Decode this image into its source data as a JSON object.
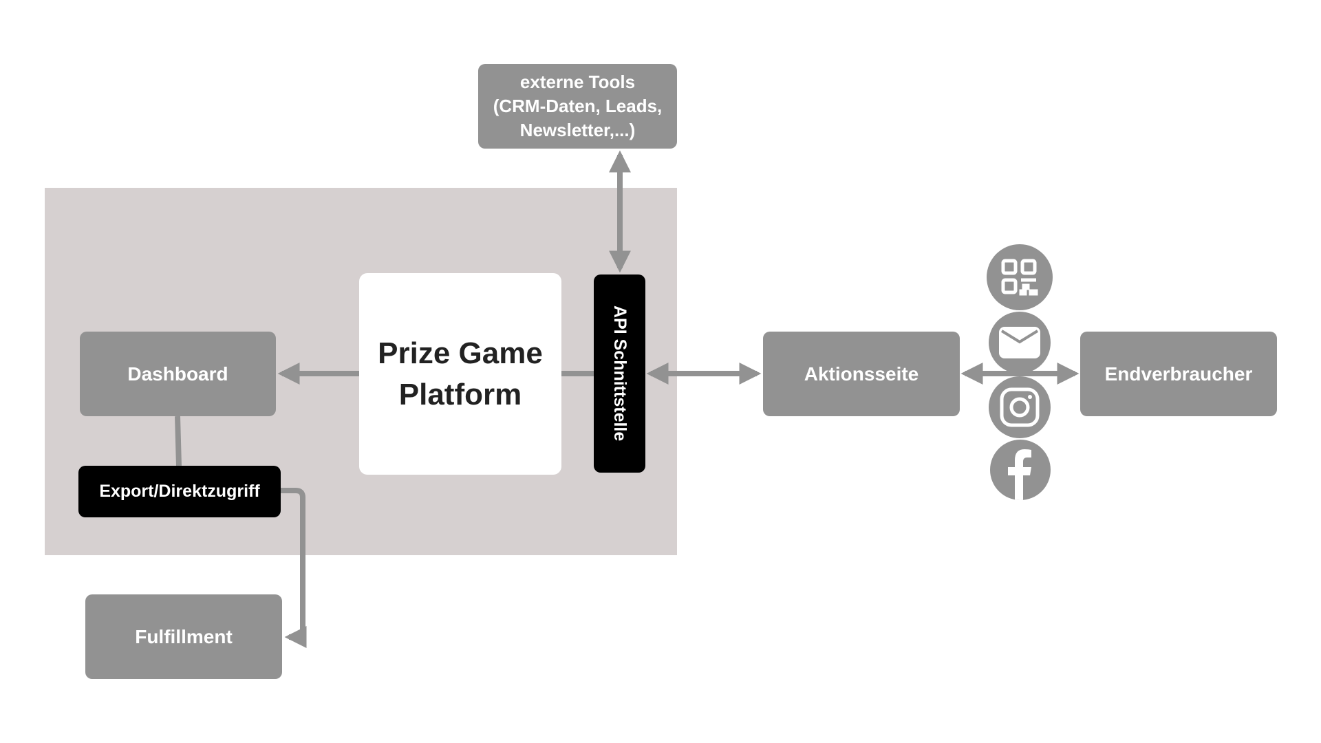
{
  "diagram": {
    "nodes": {
      "external_tools": "externe Tools\n(CRM-Daten, Leads,\nNewsletter,...)",
      "prize_game_platform": "Prize Game\nPlatform",
      "api": "API Schnittstelle",
      "dashboard": "Dashboard",
      "export": "Export/Direktzugriff",
      "fulfillment": "Fulfillment",
      "aktionsseite": "Aktionsseite",
      "endverbraucher": "Endverbraucher"
    },
    "channels": [
      "qr-code-icon",
      "email-icon",
      "instagram-icon",
      "facebook-icon"
    ],
    "edges": [
      {
        "from": "api",
        "to": "external_tools",
        "type": "bidirectional"
      },
      {
        "from": "prize_game_platform",
        "to": "dashboard",
        "type": "arrow"
      },
      {
        "from": "prize_game_platform",
        "to": "api",
        "type": "line"
      },
      {
        "from": "dashboard",
        "to": "export",
        "type": "line"
      },
      {
        "from": "export",
        "to": "fulfillment",
        "type": "arrow"
      },
      {
        "from": "api",
        "to": "aktionsseite",
        "type": "bidirectional"
      },
      {
        "from": "aktionsseite",
        "to": "endverbraucher",
        "type": "bidirectional"
      }
    ],
    "colors": {
      "node": "#929292",
      "highlight": "#000000",
      "platform_area": "#d6d0d0",
      "connector": "#929292"
    }
  }
}
